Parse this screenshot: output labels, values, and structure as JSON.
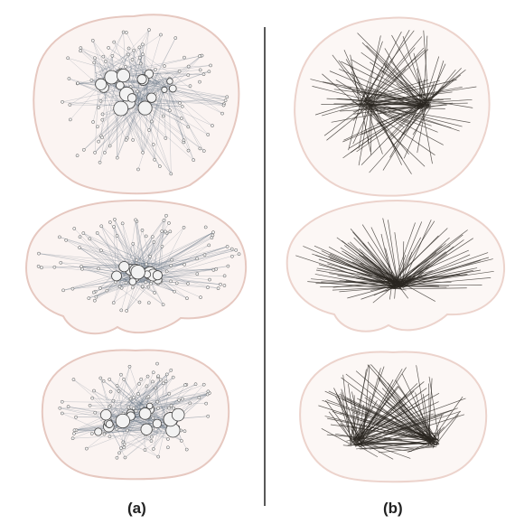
{
  "figure": {
    "panels": [
      {
        "label": "(a)",
        "views": [
          "axial",
          "sagittal",
          "coronal"
        ],
        "node_color": "#f2f2f2",
        "edge_color": "#5a6a7a"
      },
      {
        "label": "(b)",
        "views": [
          "axial",
          "sagittal",
          "coronal"
        ],
        "edge_color": "#2a2620"
      }
    ],
    "brain_outline_color": "#e8c9c0",
    "divider_color": "#222222"
  }
}
